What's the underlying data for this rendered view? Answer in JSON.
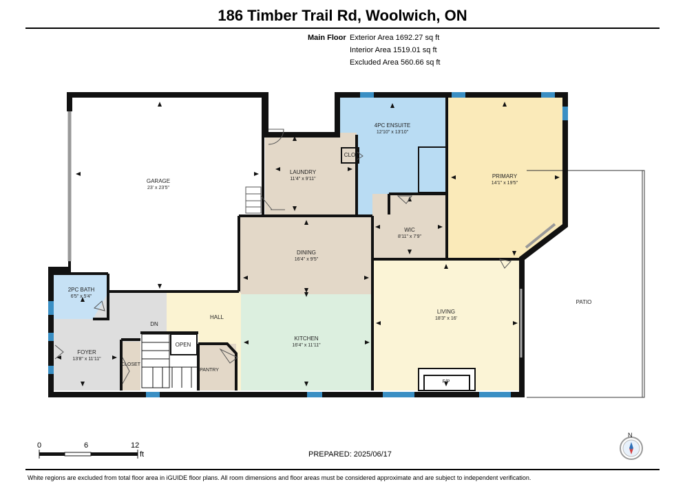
{
  "header": {
    "title": "186 Timber Trail Rd, Woolwich, ON"
  },
  "floor": {
    "name": "Main Floor",
    "exterior_area": "Exterior Area 1692.27 sq ft",
    "interior_area": "Interior Area 1519.01 sq ft",
    "excluded_area": "Excluded Area 560.66 sq ft"
  },
  "rooms": {
    "garage": {
      "name": "GARAGE",
      "dims": "23' x 23'5\""
    },
    "laundry": {
      "name": "LAUNDRY",
      "dims": "11'4\" x 9'11\""
    },
    "ensuite": {
      "name": "4PC ENSUITE",
      "dims": "12'10\" x 13'10\""
    },
    "clo": {
      "name": "CLO"
    },
    "primary": {
      "name": "PRIMARY",
      "dims": "14'1\" x 19'5\""
    },
    "wic": {
      "name": "WIC",
      "dims": "8'11\" x 7'9\""
    },
    "dining": {
      "name": "DINING",
      "dims": "16'4\" x 9'5\""
    },
    "bath2": {
      "name": "2PC BATH",
      "dims": "6'5\" x 5'4\""
    },
    "hall": {
      "name": "HALL"
    },
    "dn": {
      "name": "DN"
    },
    "open": {
      "name": "OPEN"
    },
    "kitchen": {
      "name": "KITCHEN",
      "dims": "16'4\" x 11'11\""
    },
    "living": {
      "name": "LIVING",
      "dims": "18'3\" x 16'"
    },
    "patio": {
      "name": "PATIO"
    },
    "foyer": {
      "name": "FOYER",
      "dims": "13'8\" x 11'11\""
    },
    "closet": {
      "name": "CLOSET"
    },
    "pantry": {
      "name": "PANTRY"
    },
    "fp": {
      "name": "F/P"
    }
  },
  "scale": {
    "ticks": [
      "0",
      "6",
      "12"
    ],
    "unit": "ft"
  },
  "compass": {
    "label": "N"
  },
  "footer": {
    "prepared": "PREPARED: 2025/06/17",
    "disclaimer": "White regions are excluded from total floor area in iGUIDE floor plans. All room dimensions and floor areas must be considered approximate and are subject to independent verification."
  },
  "colors": {
    "wall": "#111111",
    "window": "#3a8fc4",
    "tan": "#e3d8c8",
    "ensuite_blue": "#b9dcf3",
    "primary_yellow": "#faeab9",
    "living_yellow": "#fbf4d6",
    "kitchen_green": "#dcefdf",
    "foyer_gray": "#dedede",
    "bath_blue": "#c6e1f5"
  }
}
